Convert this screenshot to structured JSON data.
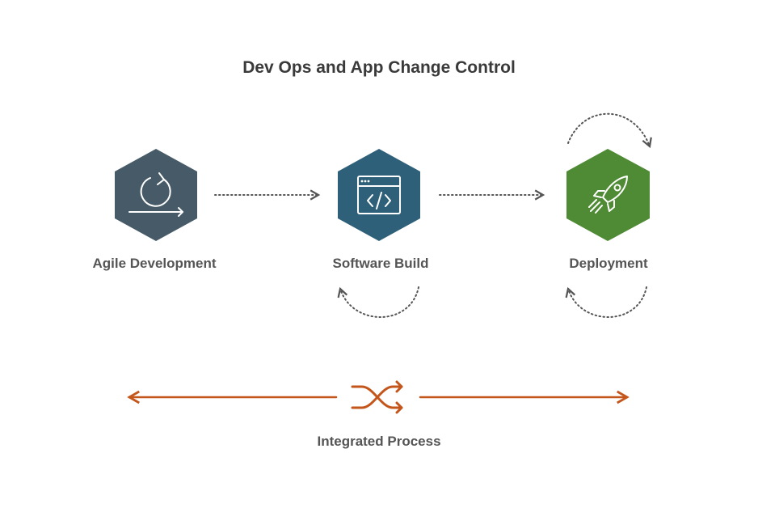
{
  "title": "Dev Ops and App Change Control",
  "nodes": [
    {
      "label": "Agile Development",
      "icon": "cycle-icon",
      "color": "#465a67"
    },
    {
      "label": "Software Build",
      "icon": "code-window-icon",
      "color": "#2f6079"
    },
    {
      "label": "Deployment",
      "icon": "rocket-icon",
      "color": "#4f8a34"
    }
  ],
  "integrated": {
    "label": "Integrated Process",
    "icon": "shuffle-icon",
    "color": "#c4561b"
  },
  "connector_color": "#555555"
}
